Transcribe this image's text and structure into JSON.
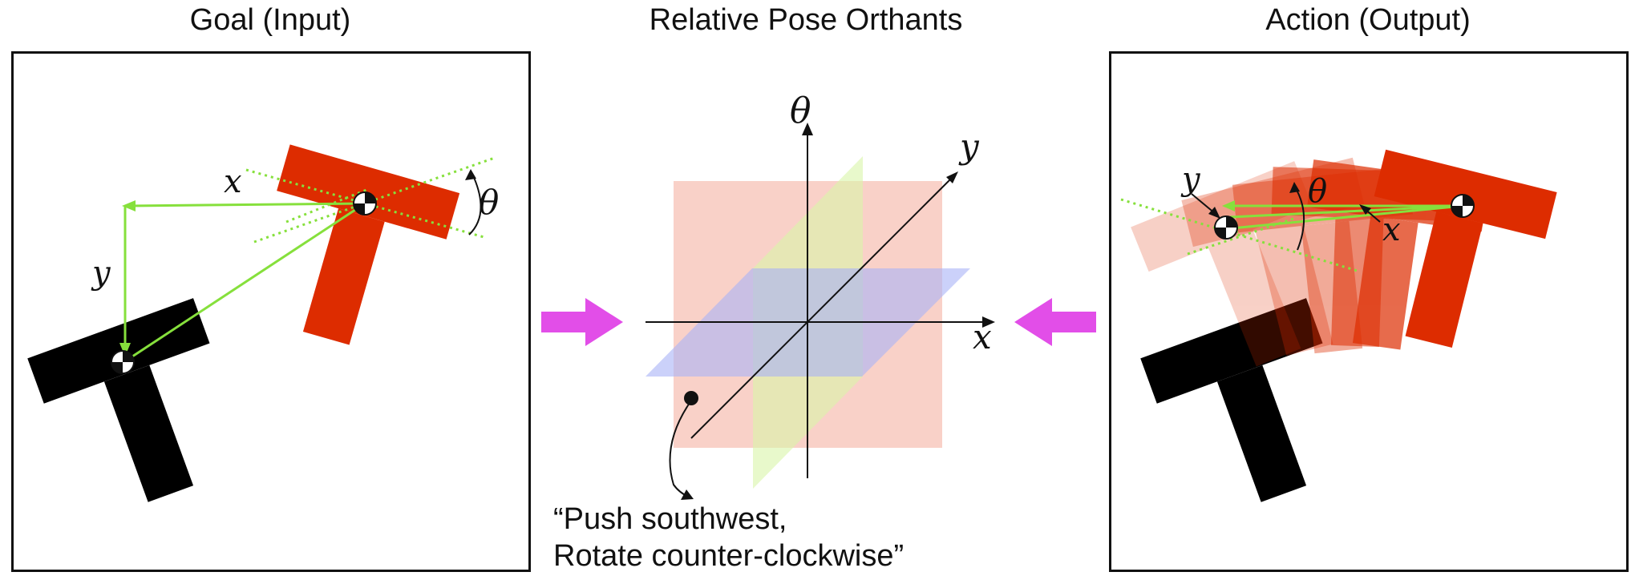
{
  "titles": {
    "left": "Goal (Input)",
    "middle": "Relative Pose Orthants",
    "right": "Action (Output)"
  },
  "axis_labels": {
    "x": "x",
    "y": "y",
    "theta": "θ"
  },
  "caption": {
    "line1": "“Push southwest,",
    "line2": "Rotate counter-clockwise”"
  },
  "colors": {
    "goal_block": "#000000",
    "current_block": "#dd2c00",
    "relative_pose_lines": "#86e03c",
    "arrows": "#e24ee8",
    "plane_xy": "#a9b3f7",
    "plane_theta_x": "#f7c2b6",
    "plane_theta_y": "#d9f5a8"
  },
  "icons": {
    "center_marker": "center-of-mass-marker-icon",
    "flow_arrow": "right-arrow-icon"
  }
}
